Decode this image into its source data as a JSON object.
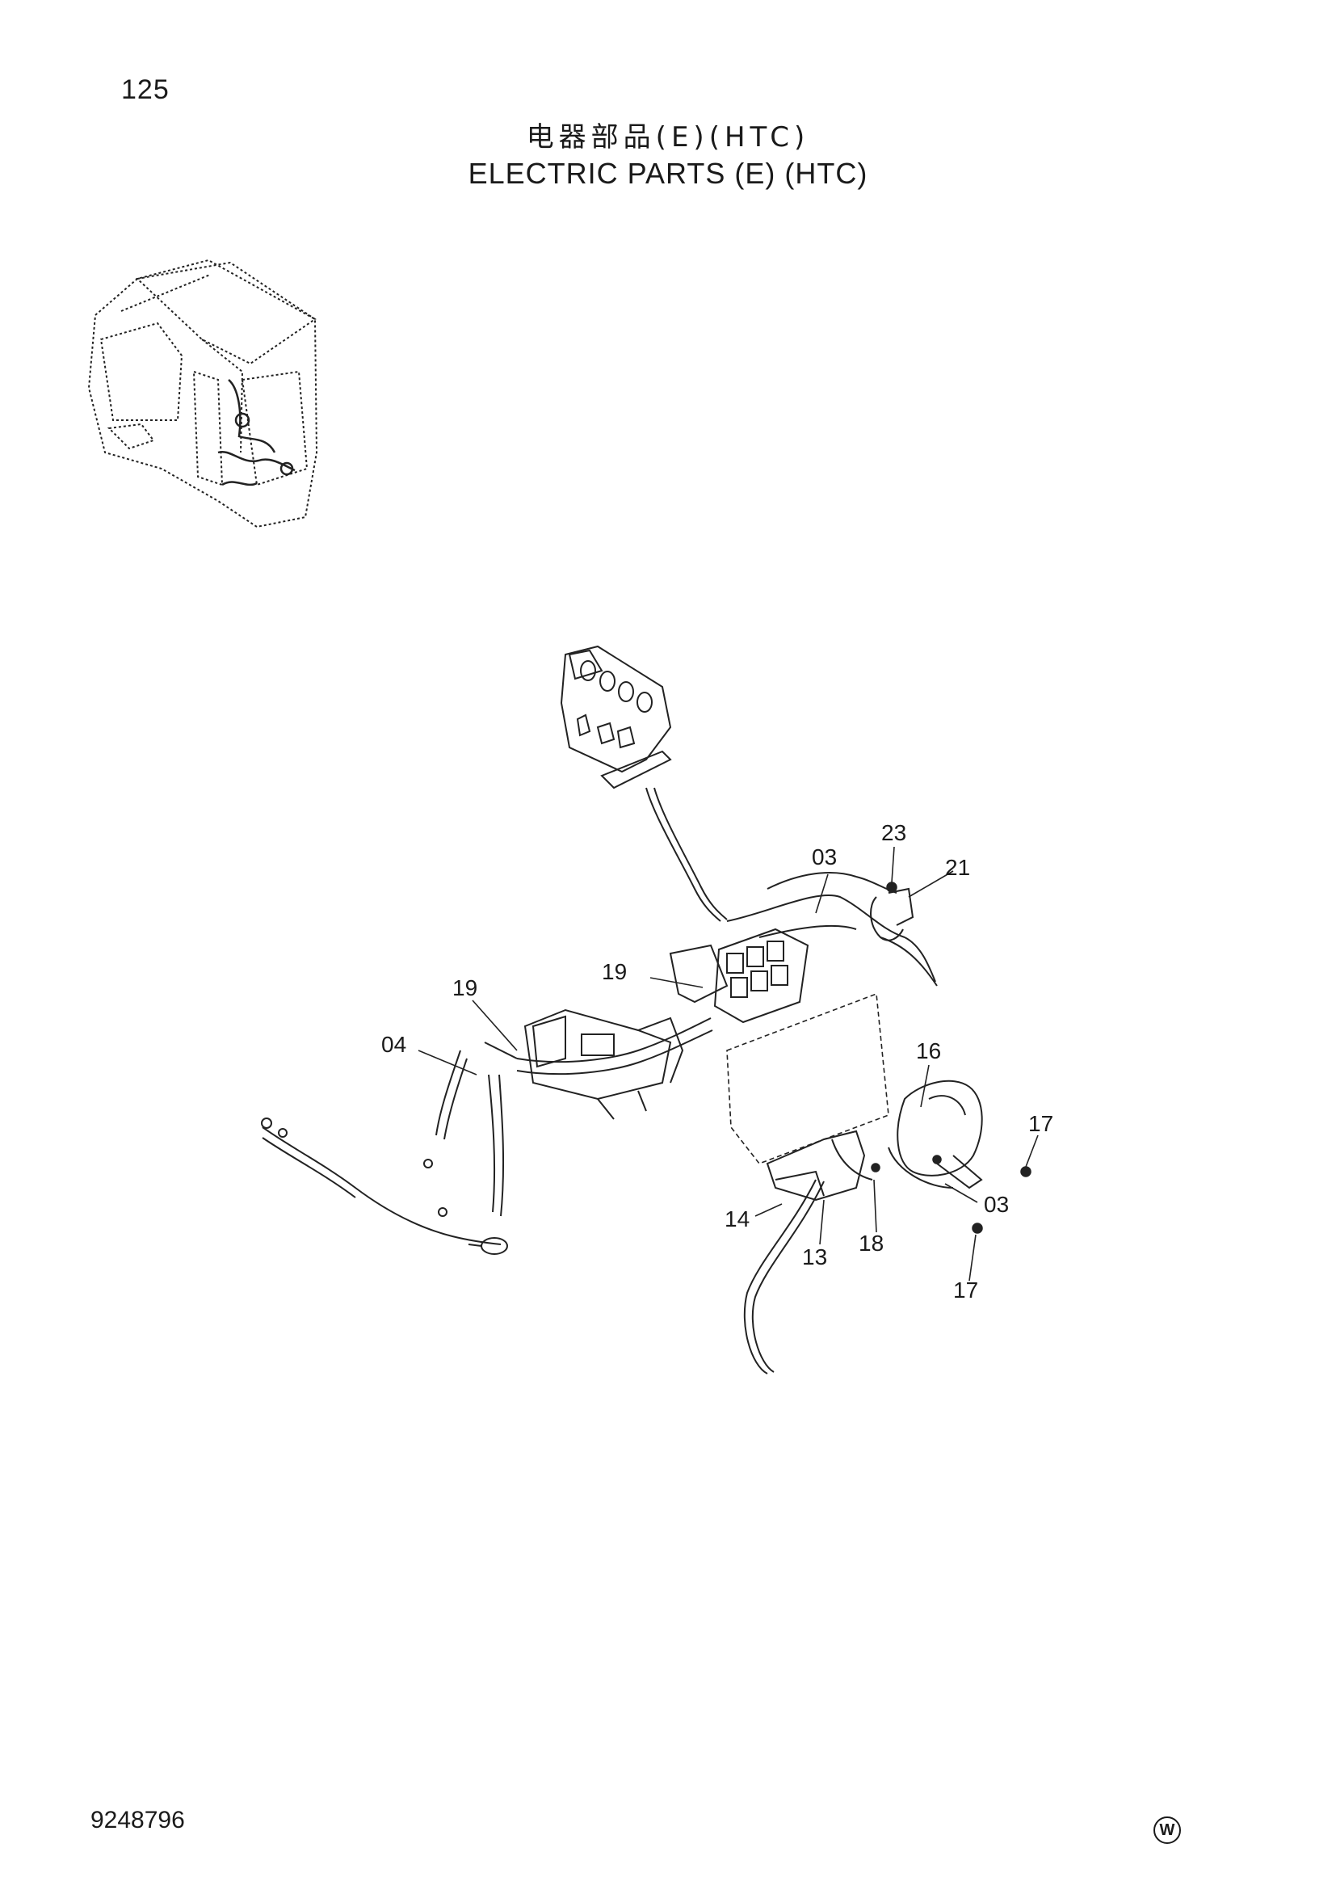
{
  "page": {
    "number": "125",
    "title_cn": "电器部品(E)(HTC)",
    "title_en": "ELECTRIC PARTS (E) (HTC)",
    "doc_number": "9248796",
    "mark": "W"
  },
  "callouts": {
    "p23": "23",
    "p21": "21",
    "p03a": "03",
    "p19a": "19",
    "p19b": "19",
    "p04": "04",
    "p16": "16",
    "p17a": "17",
    "p03b": "03",
    "p14": "14",
    "p18": "18",
    "p13": "13",
    "p17b": "17"
  }
}
